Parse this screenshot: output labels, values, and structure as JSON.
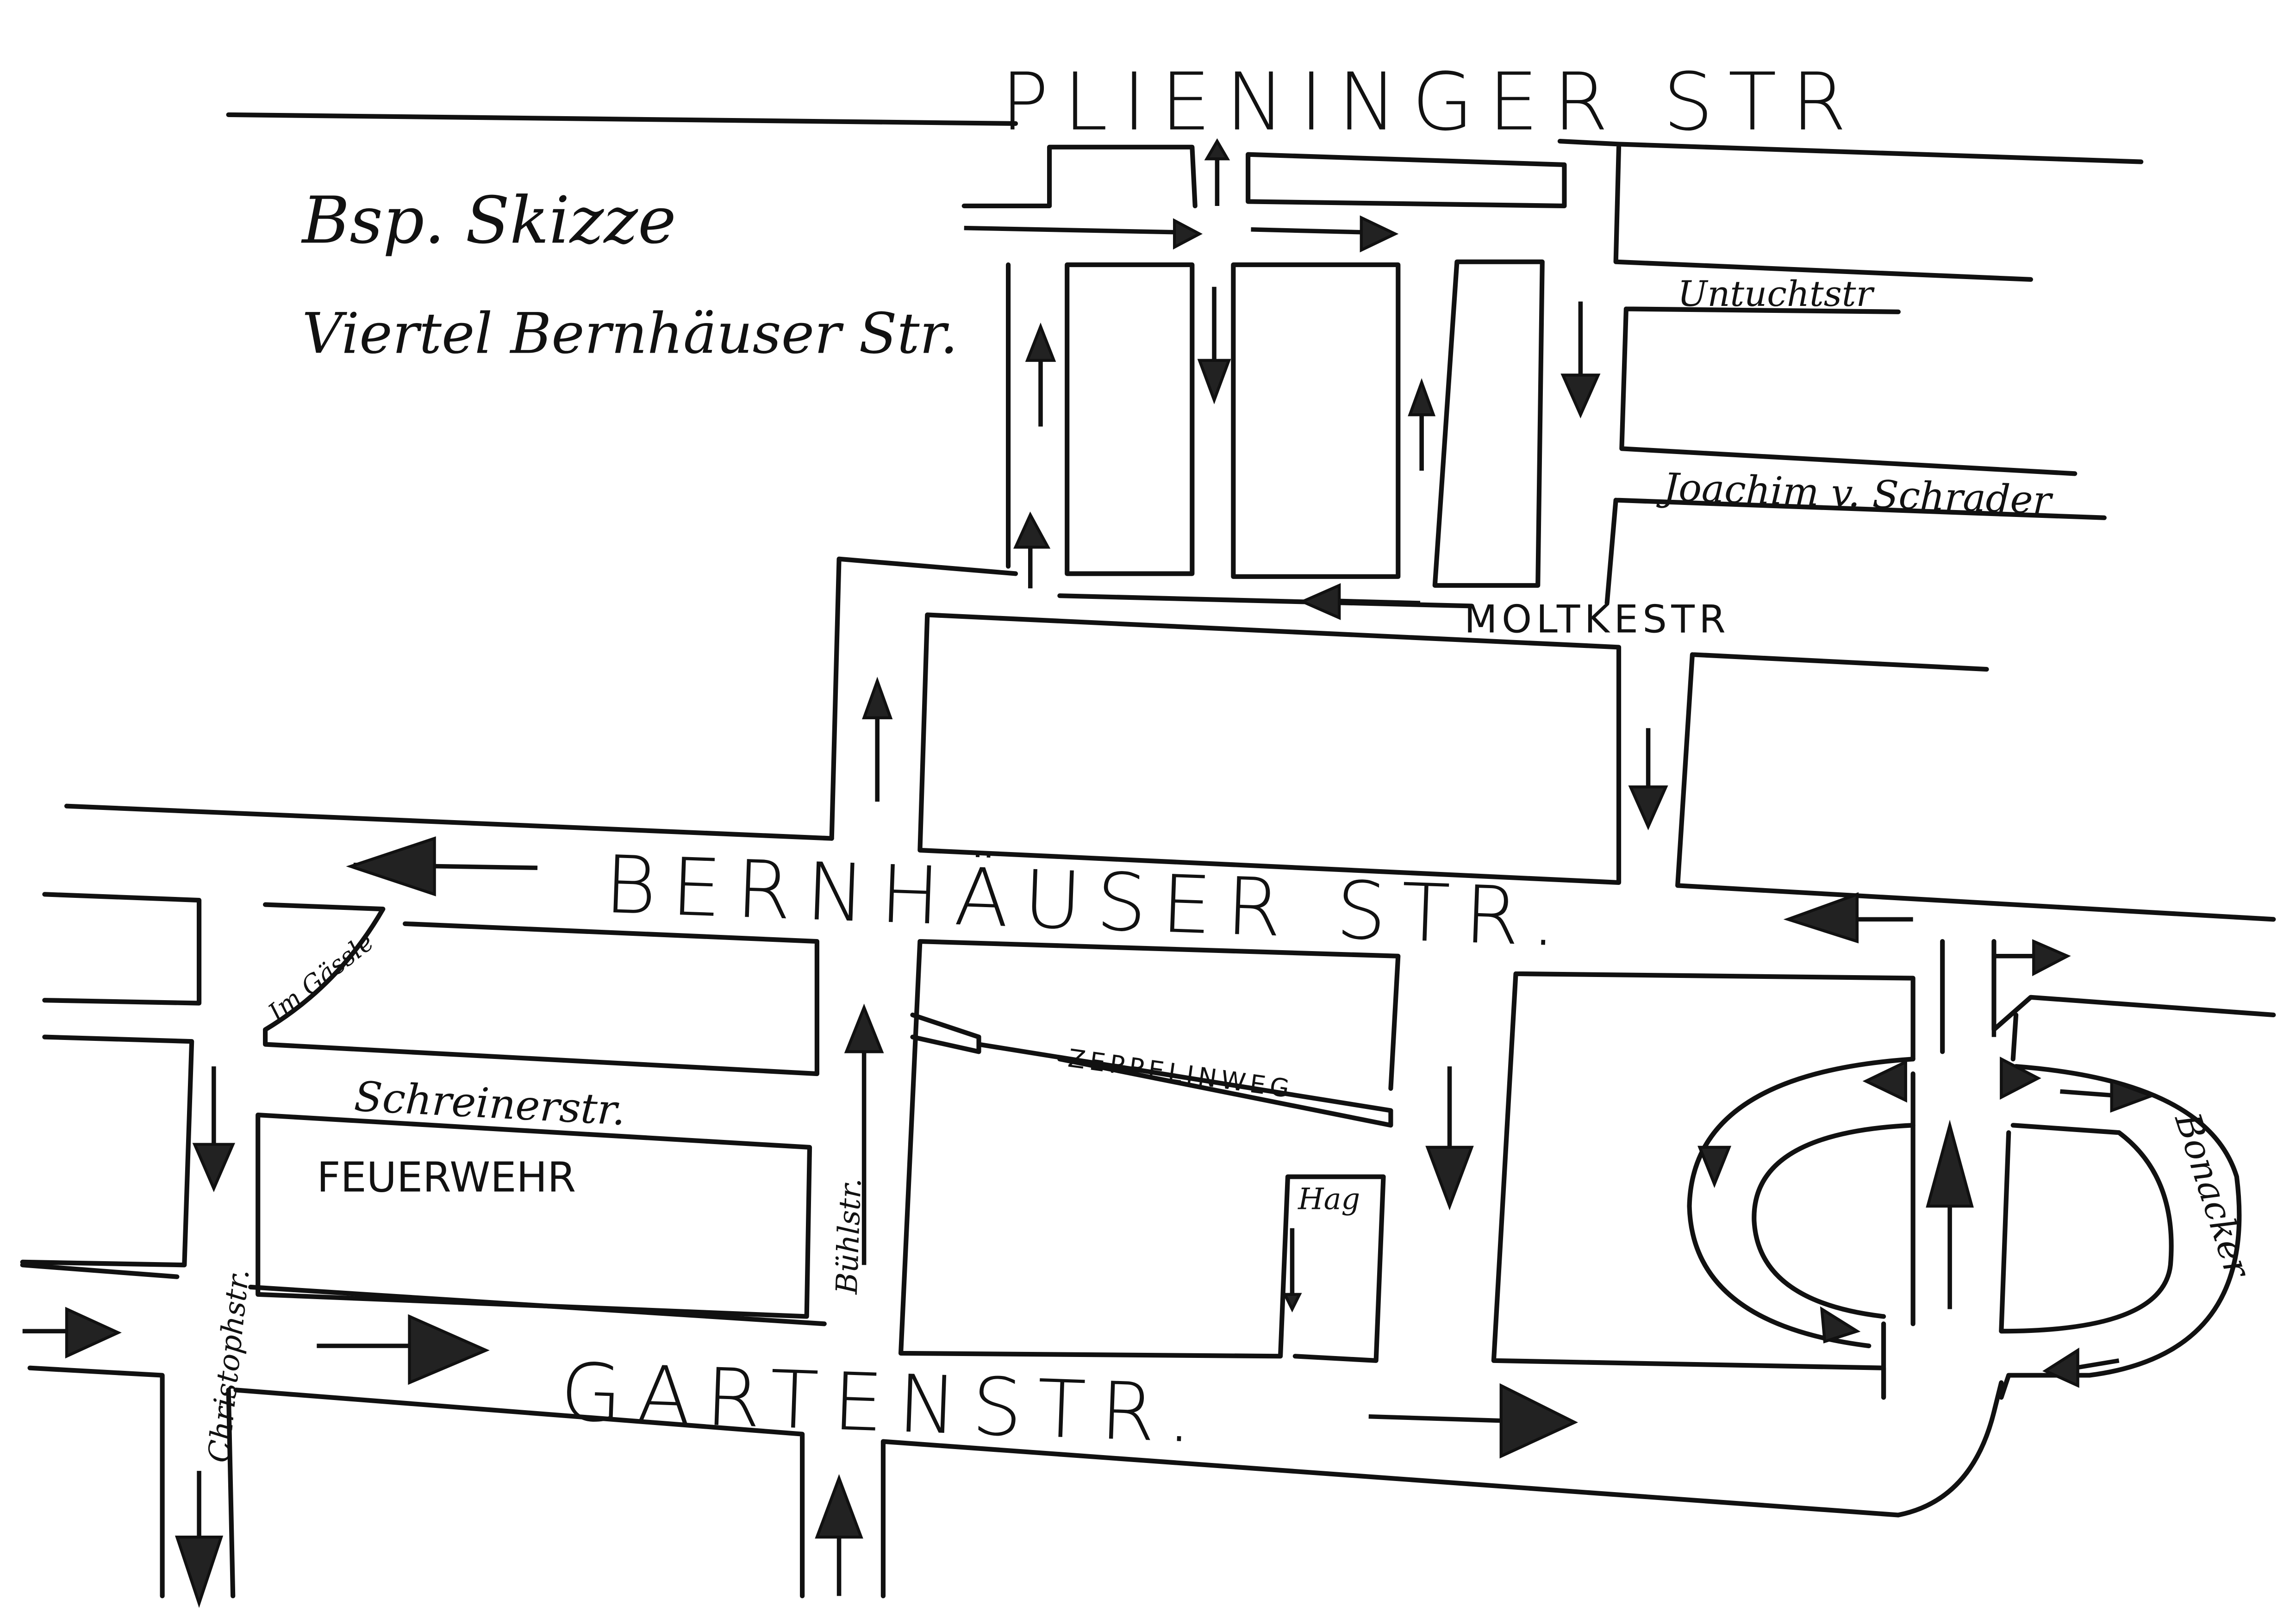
{
  "title": {
    "line1": "Bsp. Skizze",
    "line2": "Viertel Bernhäuser Str."
  },
  "streets": {
    "plieninger": "PLIENINGER STR",
    "untucht": "Untuchtstr",
    "schrader": "Joachim v. Schrader",
    "moltke": "MOLTKESTR",
    "bernhaeuser": "BERNHÄUSER STR.",
    "gaessle": "Im Gässle",
    "schreiner": "Schreinerstr.",
    "zeppelin": "ZEPPELINWEG",
    "hag": "Hag",
    "buehl": "Bühlstr.",
    "christoph": "Christophstr.",
    "garten": "GARTENSTR.",
    "bonacker": "Bonacker"
  },
  "landmarks": {
    "feuerwehr": "FEUERWEHR"
  }
}
